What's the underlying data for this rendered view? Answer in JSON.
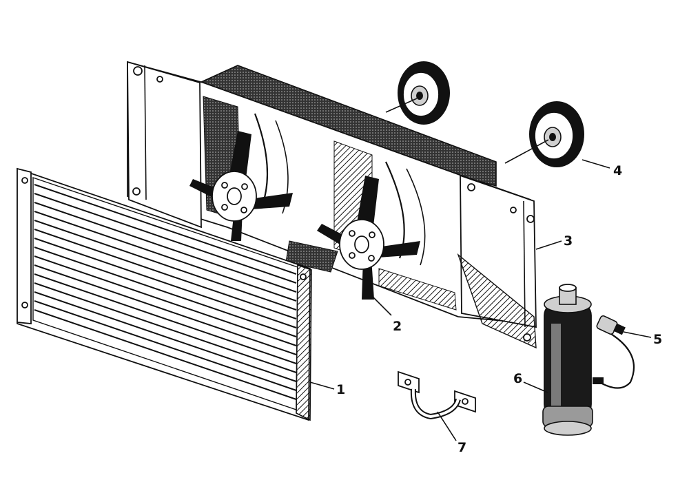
{
  "diagram": {
    "callouts": [
      {
        "id": "1",
        "text": "1"
      },
      {
        "id": "2",
        "text": "2"
      },
      {
        "id": "3",
        "text": "3"
      },
      {
        "id": "4",
        "text": "4"
      },
      {
        "id": "5",
        "text": "5"
      },
      {
        "id": "6",
        "text": "6"
      },
      {
        "id": "7",
        "text": "7"
      }
    ],
    "parts": [
      {
        "callout": "1",
        "icon": "condenser-radiator-icon"
      },
      {
        "callout": "2",
        "icon": "fan-icon"
      },
      {
        "callout": "3",
        "icon": "fan-shroud-icon"
      },
      {
        "callout": "4",
        "icon": "fan-motor-icon"
      },
      {
        "callout": "5",
        "icon": "pressure-switch-icon"
      },
      {
        "callout": "6",
        "icon": "receiver-drier-icon"
      },
      {
        "callout": "7",
        "icon": "mounting-bracket-icon"
      }
    ]
  }
}
